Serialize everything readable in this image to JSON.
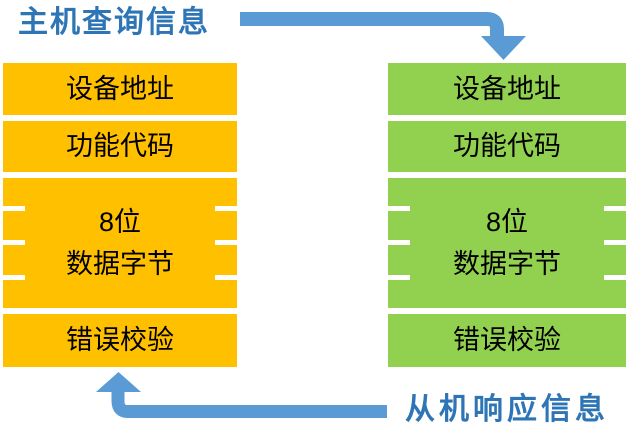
{
  "title": {
    "text": "主机查询信息"
  },
  "footer": {
    "text": "从机响应信息"
  },
  "query_frame": {
    "fill": "#FFC000",
    "rows": {
      "device_address": "设备地址",
      "function_code": "功能代码",
      "data_bytes_line1": "8位",
      "data_bytes_line2": "数据字节",
      "error_check": "错误校验"
    }
  },
  "response_frame": {
    "fill": "#92D050",
    "rows": {
      "device_address": "设备地址",
      "function_code": "功能代码",
      "data_bytes_line1": "8位",
      "data_bytes_line2": "数据字节",
      "error_check": "错误校验"
    }
  },
  "colors": {
    "arrow": "#5B9BD5",
    "label_text": "#2E75B6",
    "frame_text": "#000000",
    "background": "#FFFFFF"
  }
}
